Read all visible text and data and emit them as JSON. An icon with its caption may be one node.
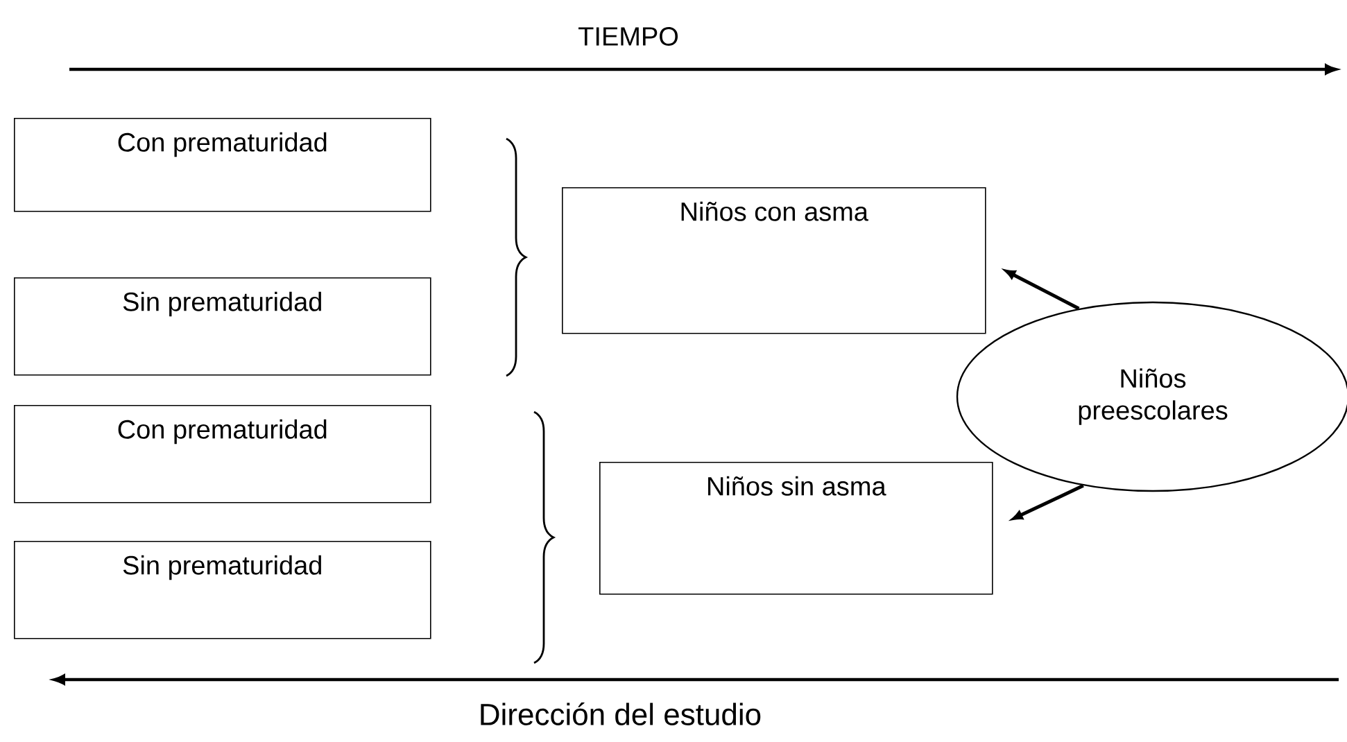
{
  "diagram": {
    "nodes": [
      {
        "text": [
          "Con prematuridad"
        ]
      },
      {
        "text": [
          "Sin prematuridad"
        ]
      },
      {
        "text": [
          "Con prematuridad"
        ]
      },
      {
        "text": [
          "Sin prematuridad"
        ]
      },
      {
        "text": [
          "Niños con asma"
        ]
      },
      {
        "text": [
          "Niños sin asma"
        ]
      },
      {
        "text": [
          "Niños preescolares"
        ]
      }
    ],
    "edges": [
      {
        "from": 6,
        "to": 4,
        "arrow": "to"
      },
      {
        "from": 6,
        "to": 5,
        "arrow": "to"
      }
    ],
    "labels": [
      "TIEMPO",
      "Dirección del estudio"
    ]
  }
}
